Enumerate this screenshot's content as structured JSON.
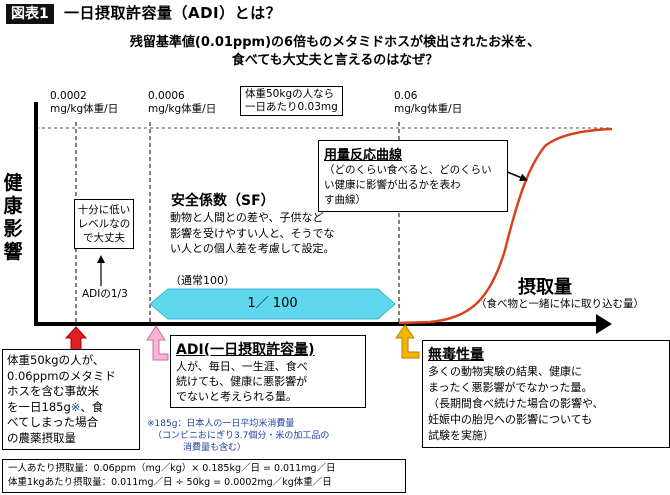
{
  "figure_tag": "図表1",
  "title": "一日摂取許容量（ADI）とは？",
  "subtitle_line1": "残留基準値(0.01ppm)の6倍ものメタミドホスが検出されたお米を、",
  "subtitle_line2": "食べても大丈夫と言えるのはなぜ？",
  "markers": {
    "m1_value": "0.0002",
    "m1_unit": "mg/kg体重/日",
    "m2_value": "0.0006",
    "m2_unit": "mg/kg体重/日",
    "m3_line1": "体重50kgの人なら",
    "m3_line2": "一日あたり0.03mg",
    "m4_value": "0.06",
    "m4_unit": "mg/kg体重/日"
  },
  "y_axis_label": "健康影響",
  "x_axis_label": "摂取量",
  "x_axis_sub": "（食べ物と一緒に体に取り込む量）",
  "safe_box": {
    "line1": "十分に低い",
    "line2": "レベルなの",
    "line3": "で大丈夫",
    "adi_third": "ADIの1/3"
  },
  "safety_factor": {
    "title": "安全係数（SF）",
    "line1": "動物と人間との差や、子供など",
    "line2": "影響を受けやすい人と、そうでな",
    "line3": "い人との個人差を考慮して設定。",
    "note": "（通常100）",
    "ratio": "1／ 100"
  },
  "curve_box": {
    "title": "用量反応曲線",
    "line1": "（どのくらい食べると、どのくらい",
    "line2": "い健康に影響が出るかを表わ",
    "line3": "す曲線）"
  },
  "intake_box": {
    "line1": "体重50kgの人が、",
    "line2": "0.06ppmのメタミド",
    "line3": "ホスを含む事故米",
    "line4a": "を一日185g",
    "line4mark": "※",
    "line4b": "、食",
    "line5": "べてしまった場合",
    "line6": "の農薬摂取量"
  },
  "adi_box": {
    "title": "ADI(一日摂取許容量)",
    "line1": "人が、毎日、一生涯、食べ",
    "line2": "続けても、健康に悪影響が",
    "line3": "でないと考えられる量。"
  },
  "rice_note": {
    "line1": "※185g：日本人の一日平均米消費量",
    "line2": "（コンビニおにぎり3.7個分・米の加工品の",
    "line3": "消費量も含む）"
  },
  "nontox_box": {
    "title": "無毒性量",
    "line1": "多くの動物実験の結果、健康に",
    "line2": "まったく悪影響がでなかった量。",
    "line3": "（長期間食べ続けた場合の影響や、",
    "line4": "妊娠中の胎児への影響についても",
    "line5": "試験を実施）"
  },
  "calc_box": {
    "line1": "一人あたり摂取量：0.06ppm（mg／kg）× 0.185kg／日 = 0.011mg／日",
    "line2": "体重1kgあたり摂取量：0.011mg／日 ÷ 50kg = 0.0002mg／kg体重／日"
  },
  "colors": {
    "curve": "#d9421f",
    "arrow_band": "#5fd7ec",
    "red_arrow": "#e02020",
    "pink_arrow": "#f7b4d6",
    "orange_arrow": "#f5b400",
    "rice_note": "#1d3fa0"
  }
}
